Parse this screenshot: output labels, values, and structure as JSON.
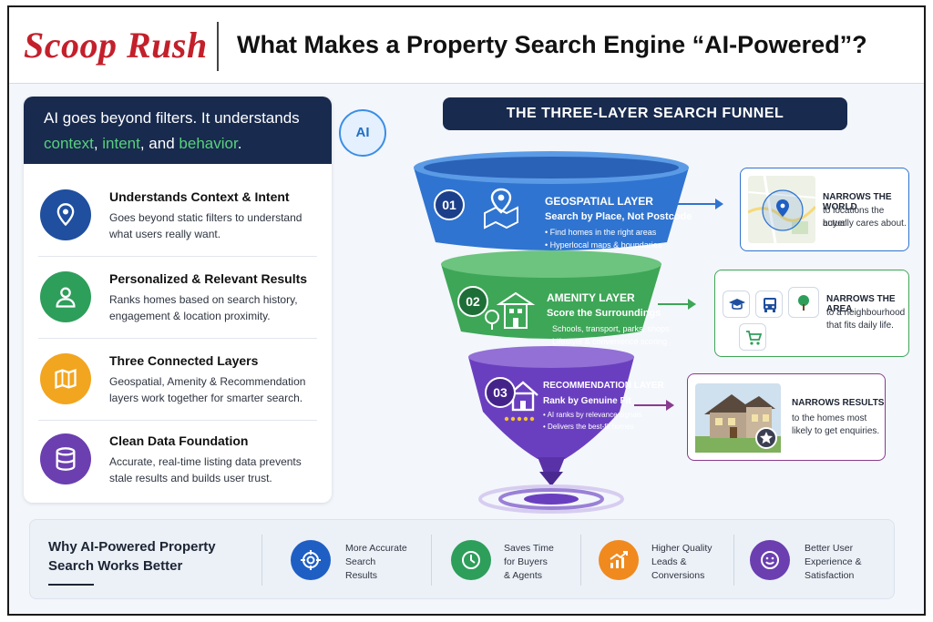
{
  "header": {
    "brand": "Scoop Rush",
    "title": "What Makes a Property Search Engine “AI-Powered”?"
  },
  "intro": {
    "line1": "AI goes beyond filters. It understands",
    "line2_a": "context",
    "line2_b": ", ",
    "line2_c": "intent",
    "line2_d": ", and ",
    "line2_e": "behavior",
    "line2_f": ".",
    "badge": "AI"
  },
  "features": [
    {
      "title": "Understands Context & Intent",
      "desc": "Goes beyond static filters to understand what users really want.",
      "icon": "map-pin-icon",
      "color": "#1f4f9e"
    },
    {
      "title": "Personalized & Relevant Results",
      "desc": "Ranks homes based on search history, engagement & location proximity.",
      "icon": "user-icon",
      "color": "#2e9e5b"
    },
    {
      "title": "Three Connected Layers",
      "desc": "Geospatial, Amenity & Recommendation layers work together for smarter search.",
      "icon": "map-icon",
      "color": "#f2a51f"
    },
    {
      "title": "Clean Data Foundation",
      "desc": "Accurate, real-time listing data prevents stale results and builds user trust.",
      "icon": "database-icon",
      "color": "#6b3fb0"
    }
  ],
  "funnel": {
    "heading": "THE THREE-LAYER SEARCH FUNNEL",
    "layers": [
      {
        "num": "01",
        "name": "GEOSPATIAL LAYER",
        "sub": "Search by Place, Not Postcode",
        "b1": "Find homes in the right areas",
        "b2": "Hyperlocal maps & boundaries",
        "color": "#2f74d0"
      },
      {
        "num": "02",
        "name": "AMENITY LAYER",
        "sub": "Score the Surroundings",
        "b1": "Schools, transport, parks, shops",
        "b2": "Lifestyle & convenience scoring",
        "color": "#3ea657"
      },
      {
        "num": "03",
        "name": "RECOMMENDATION LAYER",
        "sub": "Rank by Genuine Fit",
        "b1": "AI ranks by relevance signals",
        "b2": "Delivers the best-fit homes",
        "color": "#6a3fbf"
      }
    ]
  },
  "callouts": [
    {
      "title": "NARROWS THE WORLD",
      "line1": "to locations the buyer",
      "line2": "actually cares about.",
      "color": "#2f74d0"
    },
    {
      "title": "NARROWS THE AREA",
      "line1": "to a neighbourhood",
      "line2": "that fits daily life.",
      "color": "#3ea657"
    },
    {
      "title": "NARROWS RESULTS",
      "line1": "to the homes most",
      "line2": "likely to get enquiries.",
      "color": "#8a3a8f"
    }
  ],
  "bottom": {
    "title_line1": "Why AI-Powered Property",
    "title_line2": "Search Works Better",
    "items": [
      {
        "l1": "More Accurate",
        "l2": "Search",
        "l3": "Results",
        "icon": "target-icon",
        "color": "#1f5fc4"
      },
      {
        "l1": "Saves Time",
        "l2": "for Buyers",
        "l3": "& Agents",
        "icon": "clock-icon",
        "color": "#2e9e5b"
      },
      {
        "l1": "Higher Quality",
        "l2": "Leads &",
        "l3": "Conversions",
        "icon": "growth-chart-icon",
        "color": "#f08a1e"
      },
      {
        "l1": "Better User",
        "l2": "Experience &",
        "l3": "Satisfaction",
        "icon": "smiley-icon",
        "color": "#6b3fb0"
      }
    ]
  }
}
